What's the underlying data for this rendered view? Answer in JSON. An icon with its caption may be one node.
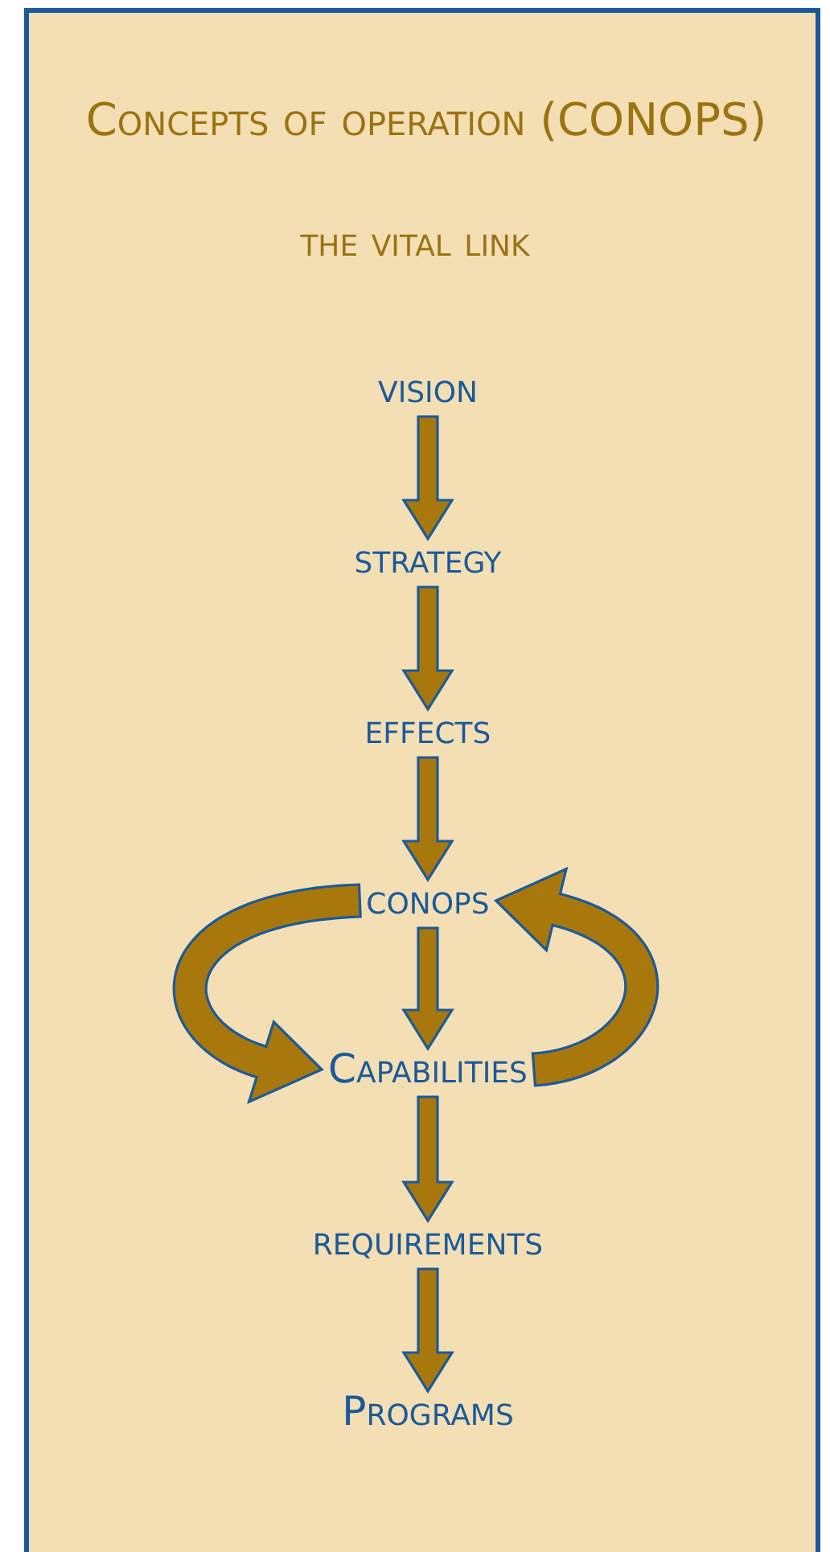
{
  "diagram": {
    "title": "Concepts of operation (CONOPS)",
    "nodes": [
      {
        "text": [
          "vision"
        ]
      },
      {
        "text": [
          "strategy"
        ]
      },
      {
        "text": [
          "effects"
        ]
      },
      {
        "text": [
          "conops"
        ]
      },
      {
        "text": [
          "Capabilities"
        ]
      },
      {
        "text": [
          "requirements"
        ]
      },
      {
        "text": [
          "Programs"
        ]
      }
    ],
    "edges": [
      {
        "from": 0,
        "to": 1,
        "arrow": "to"
      },
      {
        "from": 1,
        "to": 2,
        "arrow": "to"
      },
      {
        "from": 2,
        "to": 3,
        "arrow": "to"
      },
      {
        "from": 3,
        "to": 4,
        "arrow": "to"
      },
      {
        "from": 4,
        "to": 5,
        "arrow": "to"
      },
      {
        "from": 5,
        "to": 6,
        "arrow": "to"
      },
      {
        "from": 3,
        "to": 4,
        "arrow": "to"
      },
      {
        "from": 4,
        "to": 3,
        "arrow": "to"
      }
    ],
    "labels": [
      "the vital link"
    ]
  }
}
